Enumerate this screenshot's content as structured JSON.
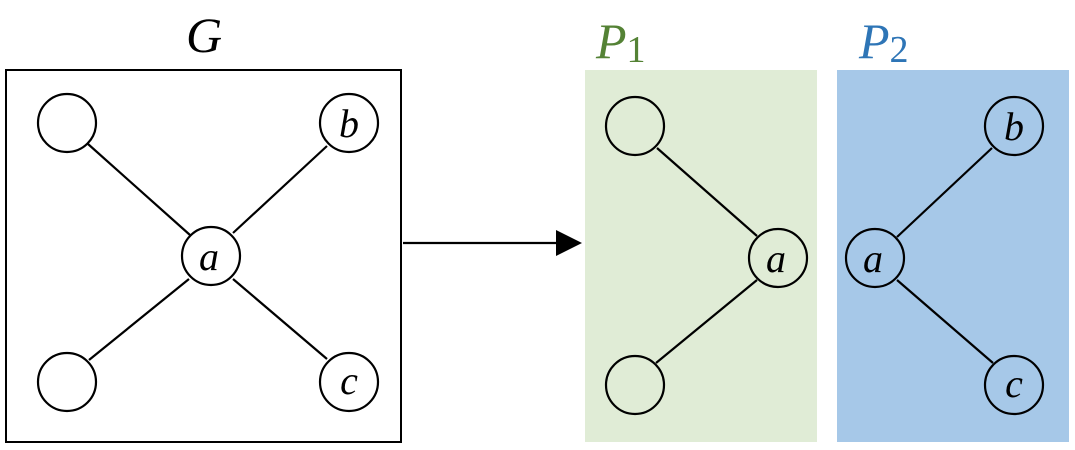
{
  "colors": {
    "p1_fill": "#e0ecd6",
    "p1_title": "#548235",
    "p2_fill": "#a6c8e8",
    "p2_title": "#2e75b6",
    "stroke": "#000000"
  },
  "panels": [
    {
      "id": "G",
      "title": "G",
      "subscript": "",
      "nodes": [
        {
          "id": "tl",
          "label": ""
        },
        {
          "id": "b",
          "label": "b"
        },
        {
          "id": "a",
          "label": "a"
        },
        {
          "id": "bl",
          "label": ""
        },
        {
          "id": "c",
          "label": "c"
        }
      ],
      "edges": [
        [
          "tl",
          "a"
        ],
        [
          "b",
          "a"
        ],
        [
          "bl",
          "a"
        ],
        [
          "c",
          "a"
        ]
      ]
    },
    {
      "id": "P1",
      "title": "P",
      "subscript": "1",
      "nodes": [
        {
          "id": "tl",
          "label": ""
        },
        {
          "id": "a",
          "label": "a"
        },
        {
          "id": "bl",
          "label": ""
        }
      ],
      "edges": [
        [
          "tl",
          "a"
        ],
        [
          "bl",
          "a"
        ]
      ]
    },
    {
      "id": "P2",
      "title": "P",
      "subscript": "2",
      "nodes": [
        {
          "id": "b",
          "label": "b"
        },
        {
          "id": "a",
          "label": "a"
        },
        {
          "id": "c",
          "label": "c"
        }
      ],
      "edges": [
        [
          "b",
          "a"
        ],
        [
          "c",
          "a"
        ]
      ]
    }
  ],
  "arrow": {
    "from": "G",
    "to": "P1"
  }
}
